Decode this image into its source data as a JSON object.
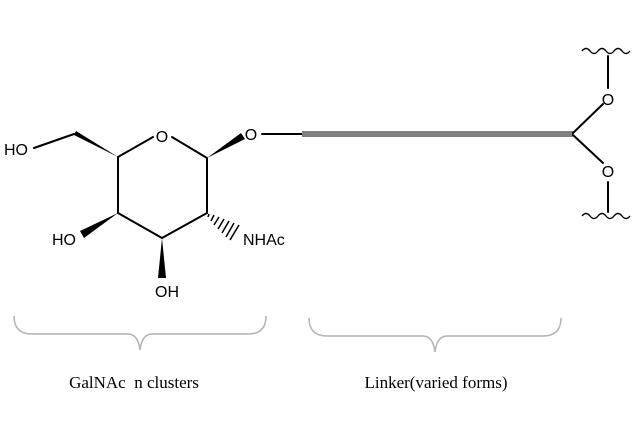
{
  "molecule": {
    "atoms": {
      "ring_oxygen": "O",
      "glycosidic_oxygen": "O",
      "hydroxymethyl": "HO",
      "hydroxyl_c4": "HO",
      "hydroxyl_c3": "OH",
      "acetamido": "NHAc",
      "linker_oxygen_top": "O",
      "linker_oxygen_bottom": "O"
    }
  },
  "labels": {
    "left_brace_caption": "GalNAc  n clusters",
    "right_brace_caption": "Linker(varied forms)"
  },
  "colors": {
    "linker_bar": "#808080",
    "brace": "#b4b4b4",
    "ink": "#000000"
  }
}
